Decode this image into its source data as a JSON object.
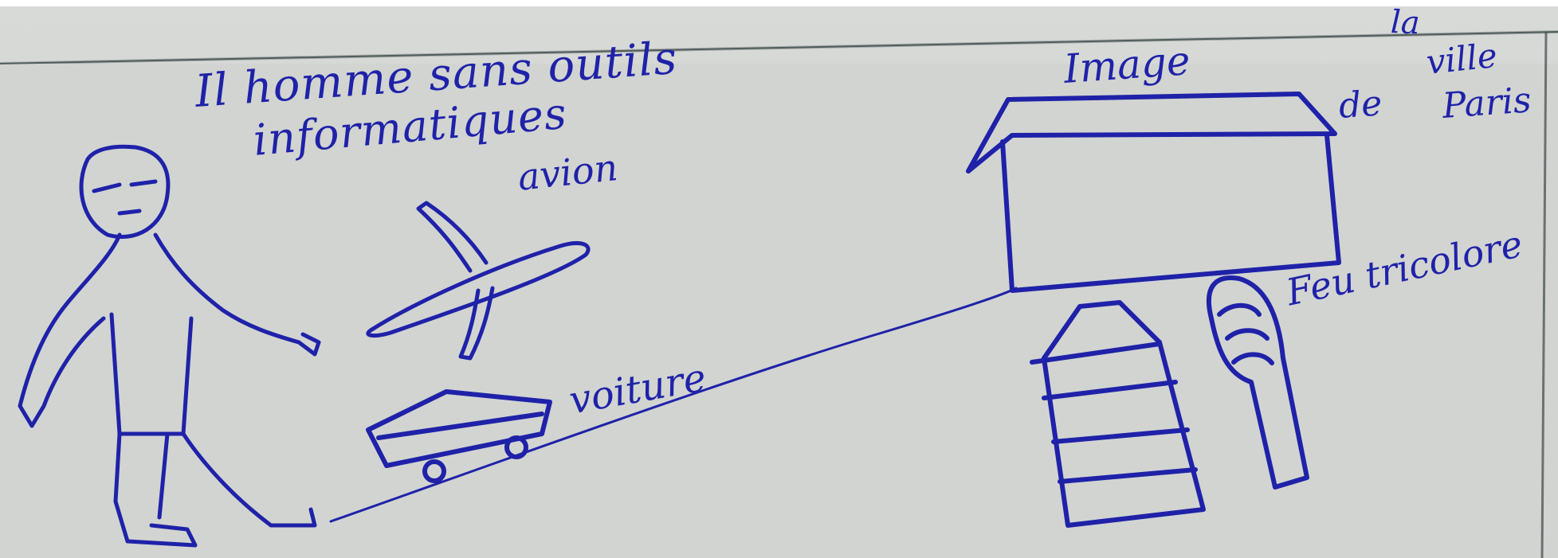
{
  "photo": {
    "description_colors": {
      "paper": "#d3d5d2",
      "ink": "#1f22a8"
    },
    "labels": {
      "title_line1": "Il homme sans outils",
      "title_line2": "informatiques",
      "avion": "avion",
      "voiture": "voiture",
      "image": "Image",
      "la": "la",
      "ville": "ville",
      "de": "de",
      "paris": "Paris",
      "feu_tricolore": "Feu tricolore"
    }
  }
}
